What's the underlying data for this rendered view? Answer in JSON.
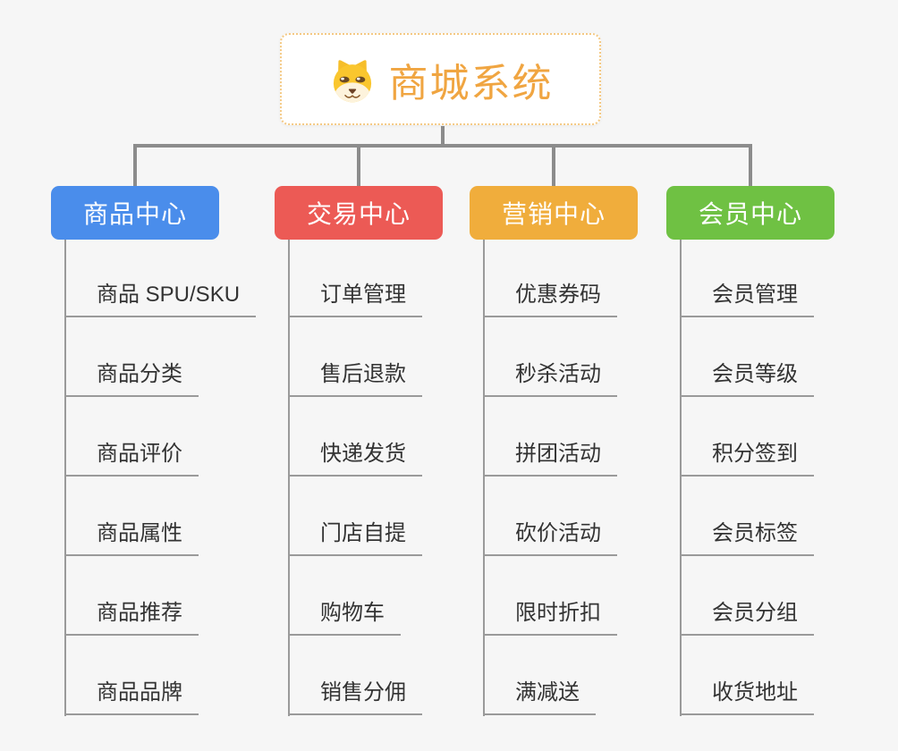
{
  "root": {
    "title": "商城系统",
    "title_color": "#F0A541",
    "border_color": "#F4C984",
    "icon": "dog-face-icon"
  },
  "connector_color": "#8C8C8C",
  "item_text_color": "#333333",
  "branches": [
    {
      "label": "商品中心",
      "color": "#4A8DEB",
      "children": [
        "商品 SPU/SKU",
        "商品分类",
        "商品评价",
        "商品属性",
        "商品推荐",
        "商品品牌"
      ]
    },
    {
      "label": "交易中心",
      "color": "#EC5A55",
      "children": [
        "订单管理",
        "售后退款",
        "快递发货",
        "门店自提",
        "购物车",
        "销售分佣"
      ]
    },
    {
      "label": "营销中心",
      "color": "#F0AD3C",
      "children": [
        "优惠券码",
        "秒杀活动",
        "拼团活动",
        "砍价活动",
        "限时折扣",
        "满减送"
      ]
    },
    {
      "label": "会员中心",
      "color": "#6FC143",
      "children": [
        "会员管理",
        "会员等级",
        "积分签到",
        "会员标签",
        "会员分组",
        "收货地址"
      ]
    }
  ]
}
